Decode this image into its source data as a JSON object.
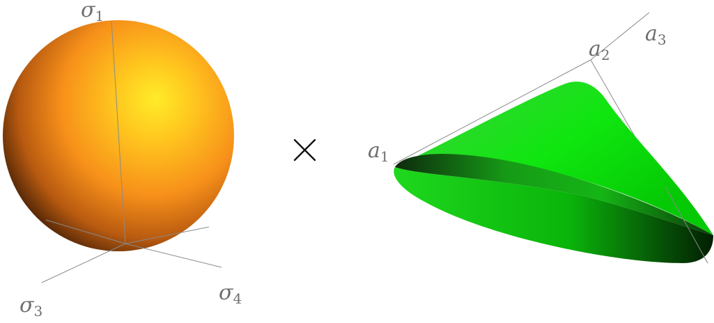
{
  "left_figure": {
    "shape": "sphere",
    "color": "#ff9a12",
    "axes": [
      {
        "id": "sigma1",
        "symbol": "σ",
        "subscript": "1"
      },
      {
        "id": "sigma3",
        "symbol": "σ",
        "subscript": "3"
      },
      {
        "id": "sigma4",
        "symbol": "σ",
        "subscript": "4"
      }
    ]
  },
  "operator": {
    "symbol": "×",
    "icon": "times-icon"
  },
  "right_figure": {
    "shape": "cone",
    "color": "#19e619",
    "axes": [
      {
        "id": "a1",
        "symbol": "a",
        "subscript": "1"
      },
      {
        "id": "a2",
        "symbol": "a",
        "subscript": "2"
      },
      {
        "id": "a3",
        "symbol": "a",
        "subscript": "3"
      }
    ]
  }
}
